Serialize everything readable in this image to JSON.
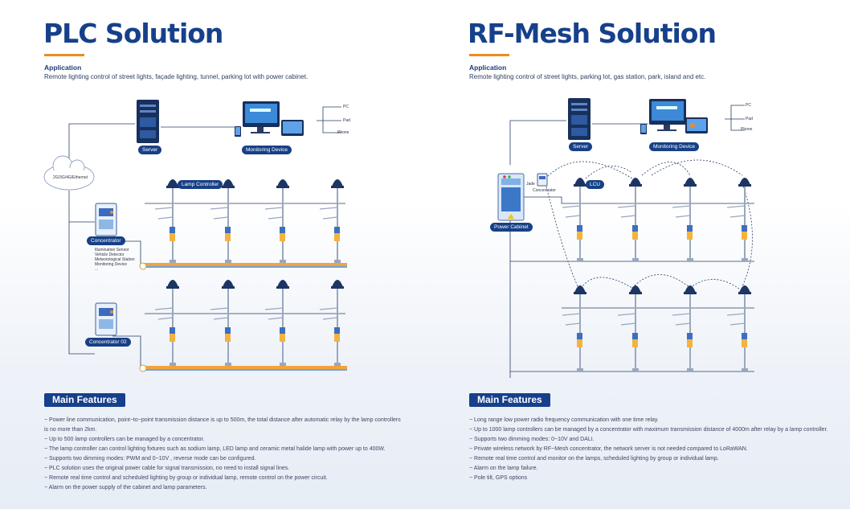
{
  "left": {
    "title": "PLC Solution",
    "app_heading": "Application",
    "app_text": "Remote lighting control of street lights, façade lighting, tunnel, parking lot with power cabinet.",
    "labels": {
      "server": "Server",
      "monitoring": "Monitoring Device",
      "cloud": "2G/3G/4G/Ethernet",
      "lamp_controller": "Lamp Controller",
      "concentrator": "Concentrator",
      "concentrator2": "Concentrator 02",
      "pc": "PC",
      "pad": "Pad",
      "phone": "Phone",
      "sensors": [
        "Illumination Sensor",
        "Vehicle Detector",
        "Meteorological Station",
        "Monitoring Device",
        "..."
      ]
    },
    "features_heading": "Main Features",
    "features": [
      "− Power line communication, point−to−point transmission distance is up to 500m, the total distance after automatic relay by the lamp controllers",
      "is no more than 2km.",
      "− Up to 500 lamp controllers can be managed by a concentrator.",
      "− The lamp controller can control lighting fixtures such as sodium lamp, LED lamp and ceramic metal halide lamp with power up to 400W.",
      "− Supports two dimming modes: PWM and 0~10V , reverse mode can be configured.",
      "− PLC solution uses the original power cable for signal transmission, no need to install signal lines.",
      "− Remote real time control and scheduled lighting by group or individual lamp, remote control on the power circuit.",
      "− Alarm on the power supply of the cabinet and lamp parameters."
    ]
  },
  "right": {
    "title": "RF-Mesh Solution",
    "app_heading": "Application",
    "app_text": "Remote lighting control of street lights, parking lot, gas station, park, island and etc.",
    "labels": {
      "server": "Server",
      "monitoring": "Monitoring Device",
      "lcu": "LCU",
      "power_cabinet": "Power Cabinet",
      "nb": "Jade",
      "concentrator": "Concentrator",
      "pc": "PC",
      "pad": "Pad",
      "phone": "Phone"
    },
    "features_heading": "Main Features",
    "features": [
      "− Long range low power radio frequency communication with one time relay.",
      "− Up to 1000 lamp controllers can be managed by a concentrator with maximum transmission distance of 4000m after relay by a lamp controller.",
      "− Supports two dimming modes: 0~10V and DALI.",
      "− Private wireless network by RF−Mesh concentrator, the network server is not needed compared to LoRaWAN.",
      "− Remote real time control and monitor on the lamps, scheduled lighting by group or individual lamp.",
      "− Alarm on the lamp failure.",
      "− Pole tilt, GPS options"
    ]
  },
  "colors": {
    "title": "#17408b",
    "accent": "#f08a24",
    "badge": "#163f8c"
  }
}
